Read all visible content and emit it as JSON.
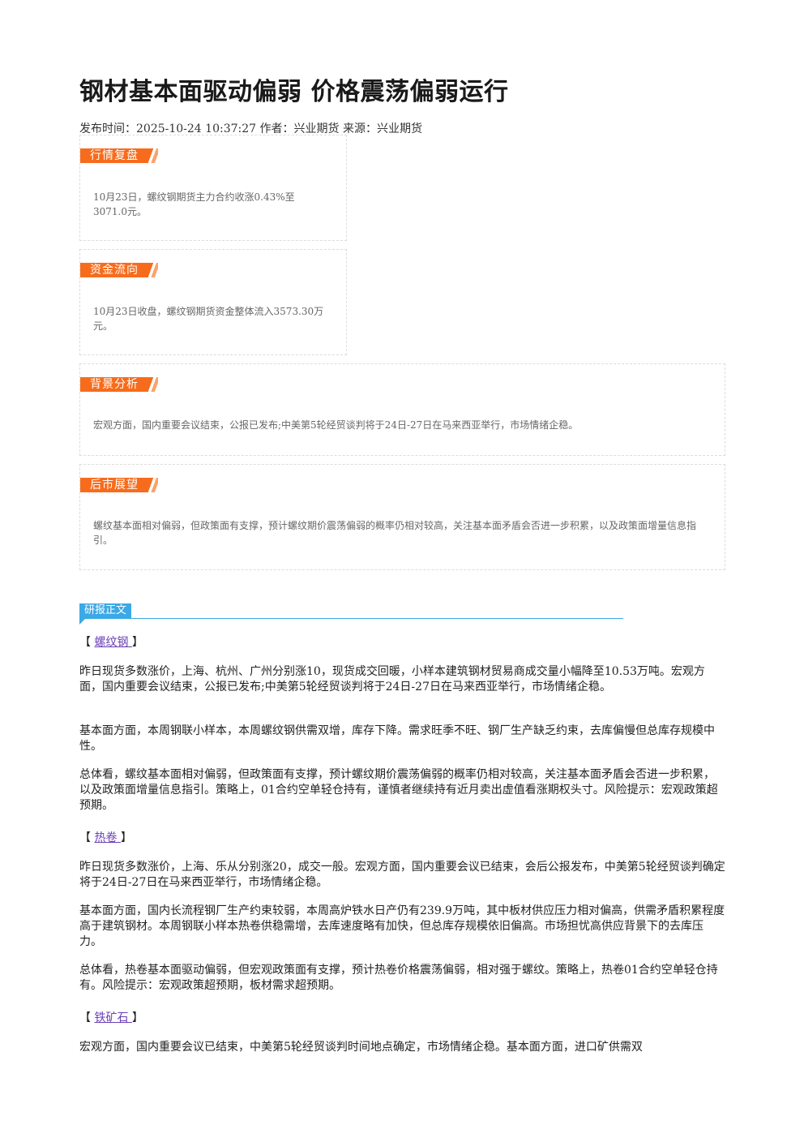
{
  "title": "钢材基本面驱动偏弱 价格震荡偏弱运行",
  "meta": "发布时间：2025-10-24 10:37:27 作者：兴业期货 来源：兴业期货",
  "boxes": [
    {
      "tag": "行情复盘",
      "text": "10月23日，螺纹钢期货主力合约收涨0.43%至3071.0元。"
    },
    {
      "tag": "资金流向",
      "text": "10月23日收盘，螺纹钢期货资金整体流入3573.30万元。"
    },
    {
      "tag": "背景分析",
      "text": "宏观方面，国内重要会议结束，公报已发布;中美第5轮经贸谈判将于24日-27日在马来西亚举行，市场情绪企稳。"
    },
    {
      "tag": "后市展望",
      "text": "螺纹基本面相对偏弱，但政策面有支撑，预计螺纹期价震荡偏弱的概率仍相对较高，关注基本面矛盾会否进一步积累，以及政策面增量信息指引。"
    }
  ],
  "report_tag": "研报正文",
  "sections": [
    {
      "open": "【 ",
      "name": "螺纹钢 ",
      "close": "】",
      "paragraphs": [
        "昨日现货多数涨价，上海、杭州、广州分别涨10，现货成交回暖，小样本建筑钢材贸易商成交量小幅降至10.53万吨。宏观方面，国内重要会议结束，公报已发布;中美第5轮经贸谈判将于24日-27日在马来西亚举行，市场情绪企稳。",
        "基本面方面，本周钢联小样本，本周螺纹钢供需双增，库存下降。需求旺季不旺、钢厂生产缺乏约束，去库偏慢但总库存规模中性。",
        "总体看，螺纹基本面相对偏弱，但政策面有支撑，预计螺纹期价震荡偏弱的概率仍相对较高，关注基本面矛盾会否进一步积累，以及政策面增量信息指引。策略上，01合约空单轻仓持有，谨慎者继续持有近月卖出虚值看涨期权头寸。风险提示：宏观政策超预期。"
      ]
    },
    {
      "open": "【 ",
      "name": "热卷 ",
      "close": "】",
      "paragraphs": [
        "昨日现货多数涨价，上海、乐从分别涨20，成交一般。宏观方面，国内重要会议已结束，会后公报发布，中美第5轮经贸谈判确定将于24日-27日在马来西亚举行，市场情绪企稳。",
        "基本面方面，国内长流程钢厂生产约束较弱，本周高炉铁水日产仍有239.9万吨，其中板材供应压力相对偏高，供需矛盾积累程度高于建筑钢材。本周钢联小样本热卷供稳需增，去库速度略有加快，但总库存规模依旧偏高。市场担忧高供应背景下的去库压力。",
        "总体看，热卷基本面驱动偏弱，但宏观政策面有支撑，预计热卷价格震荡偏弱，相对强于螺纹。策略上，热卷01合约空单轻仓持有。风险提示：宏观政策超预期，板材需求超预期。"
      ]
    },
    {
      "open": "【 ",
      "name": "铁矿石 ",
      "close": "】",
      "paragraphs": [
        "宏观方面，国内重要会议已结束，中美第5轮经贸谈判时间地点确定，市场情绪企稳。基本面方面，进口矿供需双"
      ]
    }
  ]
}
